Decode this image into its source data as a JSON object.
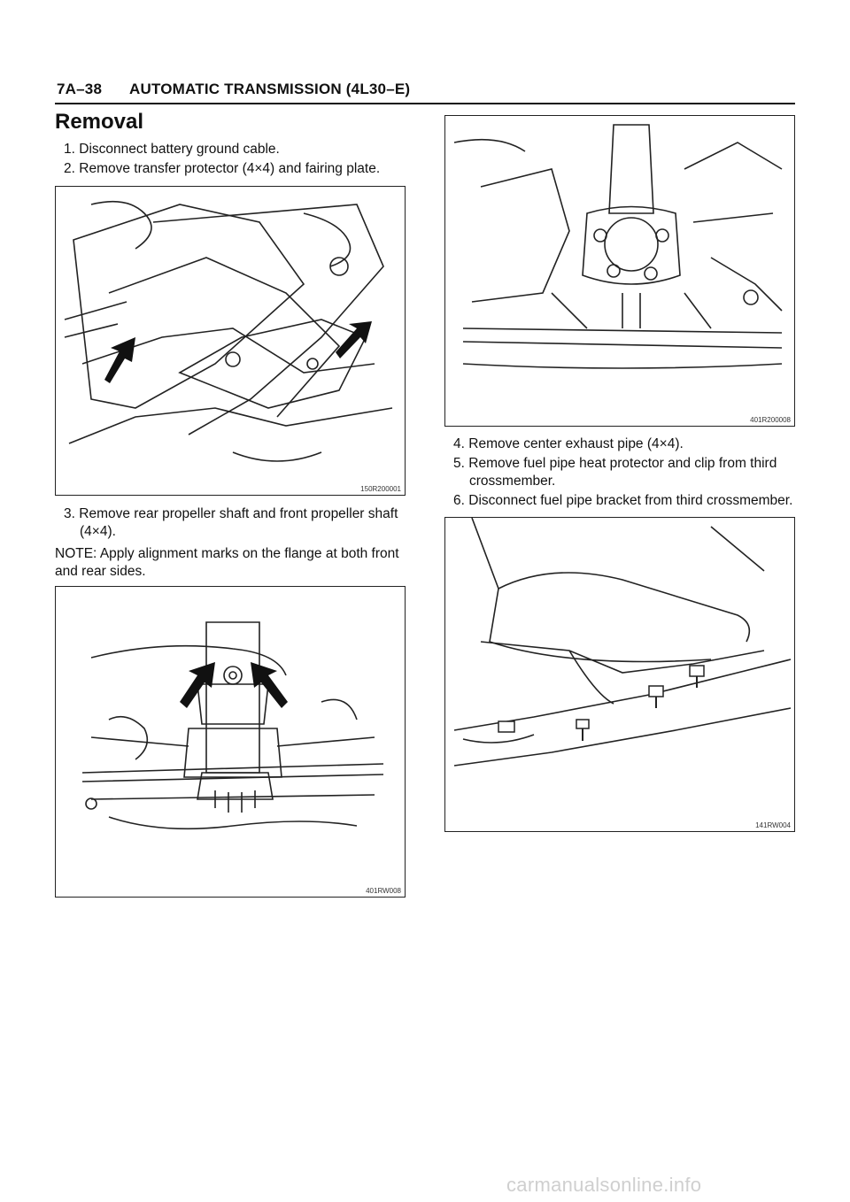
{
  "header": {
    "page_number": "7A–38",
    "section_title": "AUTOMATIC TRANSMISSION (4L30–E)"
  },
  "title": "Removal",
  "steps": [
    {
      "num": "1.",
      "text": "Disconnect battery ground cable."
    },
    {
      "num": "2.",
      "text": "Remove transfer protector (4×4) and fairing plate."
    },
    {
      "num": "3.",
      "text_line1": "Remove rear propeller shaft and front propeller shaft",
      "text_line2": "(4×4)."
    },
    {
      "num": "4.",
      "text": "Remove center exhaust pipe (4×4)."
    },
    {
      "num": "5.",
      "text_line1": "Remove fuel pipe heat protector and clip from third",
      "text_line2": "crossmember."
    },
    {
      "num": "6.",
      "text": "Disconnect fuel pipe bracket from third crossmember."
    }
  ],
  "note": {
    "line1": "NOTE:  Apply alignment marks on the flange at both front",
    "line2": "and rear sides."
  },
  "figures": [
    {
      "id": "150R200001",
      "icon": "transfer-protector-illustration"
    },
    {
      "id": "401RW008",
      "icon": "propeller-shaft-flange-illustration"
    },
    {
      "id": "401R200008",
      "icon": "front-propeller-shaft-illustration"
    },
    {
      "id": "141RW004",
      "icon": "fuel-pipe-heat-protector-illustration"
    }
  ],
  "watermark": "carmanualsonline.info"
}
